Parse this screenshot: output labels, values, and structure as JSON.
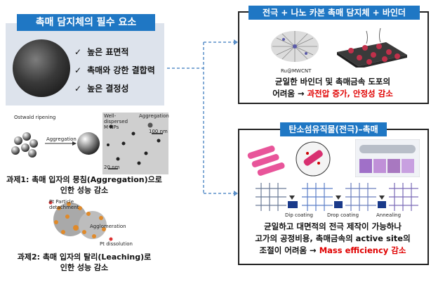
{
  "requirements": {
    "title": "촉매 담지체의 필수 요소",
    "items": [
      "높은 표면적",
      "촉매와 강한 결합력",
      "높은 결정성"
    ]
  },
  "problem1": {
    "ostwald_label": "Ostwald ripening",
    "aggregation_label": "Aggregation",
    "tem_label1": "Well-dispersed M NPs",
    "tem_label2": "Aggregation",
    "scale_a": "100 nm",
    "scale_b": "20 nm",
    "caption_line1": "과제1: 촉매 입자의 뭉침(Aggregation)으로",
    "caption_line2": "인한 성능 감소"
  },
  "problem2": {
    "label_detach_1": "Pt Particle",
    "label_detach_2": "detachment",
    "label_agglomeration": "Agglomeration",
    "label_dissolution": "Pt dissolution",
    "caption_line1": "과제2: 촉매 입자의 탈리(Leaching)로",
    "caption_line2": "인한 성능 감소"
  },
  "box1": {
    "title": "전극 + 나노 카본 촉매 담지체 + 바인더",
    "image_label": "Ru@MWCNT",
    "desc_line1": "균일한 바인더 및 촉매금속 도포의",
    "desc_line2_prefix": "어려움 → ",
    "desc_line2_red": "과전압 증가, 안정성 감소"
  },
  "box2": {
    "title": "탄소섬유직물(전극)–촉매",
    "label_dip": "Dip coating",
    "label_drop": "Drop coating",
    "label_anneal": "Annealing",
    "desc_line1": "균일하고 대면적의 전극 제작이 가능하나",
    "desc_line2": "고가의 공정비용, 촉매금속의 active site의",
    "desc_line3_prefix": "조절이 어려움 → ",
    "desc_line3_red": "Mass efficiency 감소"
  },
  "colors": {
    "title_bg": "#1f77c4",
    "card_bg": "#dde3ec",
    "highlight": "#e00000",
    "connector": "#5a8fc8"
  }
}
